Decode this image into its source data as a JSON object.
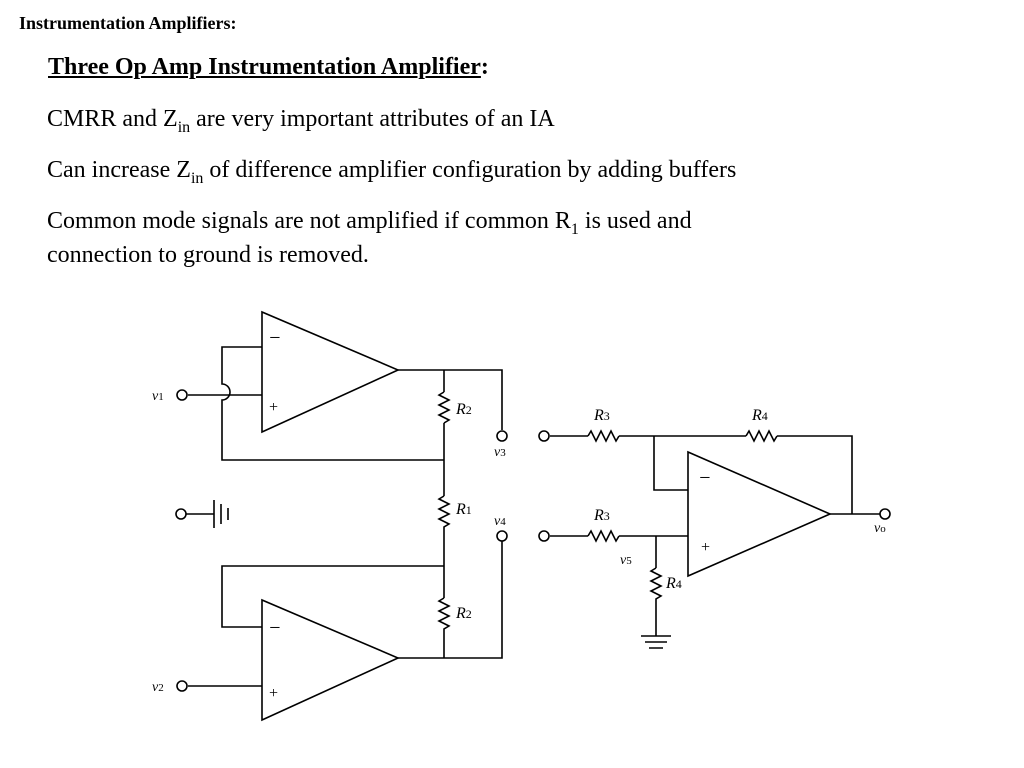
{
  "header": {
    "title": "Instrumentation Amplifiers:"
  },
  "subtitle": {
    "text": "Three Op Amp Instrumentation Amplifier",
    "colon": ":"
  },
  "bullets": [
    {
      "a": "CMRR and Z",
      "sub": "in",
      "b": " are very important attributes of an IA"
    },
    {
      "a": "Can increase Z",
      "sub": "in",
      "b": " of difference amplifier configuration by adding buffers"
    },
    {
      "a": "Common mode signals are not amplified if common R",
      "sub": "1",
      "b": " is used and"
    },
    {
      "a": "connection to ground is removed."
    }
  ],
  "diagram": {
    "labels": {
      "v1": "v",
      "v1s": "1",
      "v2": "v",
      "v2s": "2",
      "v3": "v",
      "v3s": "3",
      "v4": "v",
      "v4s": "4",
      "v5": "v",
      "v5s": "5",
      "vo": "v",
      "vos": "o",
      "r2a": "R",
      "r2as": "2",
      "r1": "R",
      "r1s": "1",
      "r2b": "R",
      "r2bs": "2",
      "r3a": "R",
      "r3as": "3",
      "r3b": "R",
      "r3bs": "3",
      "r4a": "R",
      "r4as": "4",
      "r4b": "R",
      "r4bs": "4",
      "minus": "−",
      "plus": "+"
    }
  }
}
